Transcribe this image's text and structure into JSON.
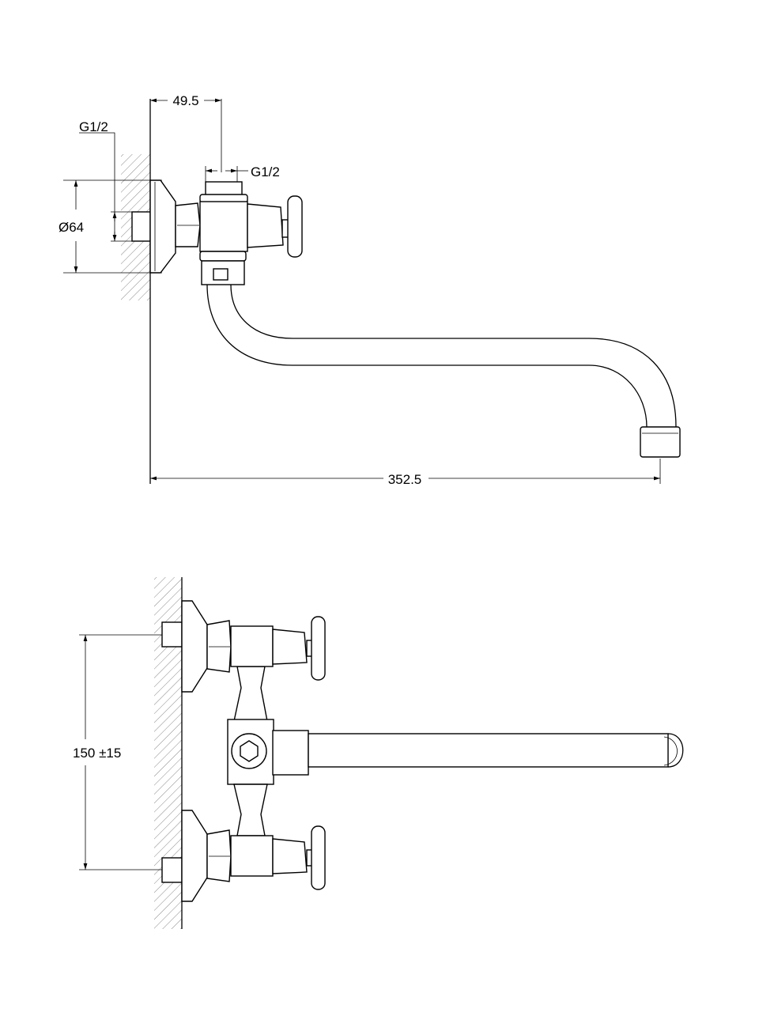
{
  "top_view": {
    "dim_offset": "49.5",
    "thread_inlet": "G1/2",
    "thread_outlet": "G1/2",
    "flange_diameter": "Ø64",
    "spout_length": "352.5"
  },
  "front_view": {
    "center_distance": "150 ±15"
  }
}
